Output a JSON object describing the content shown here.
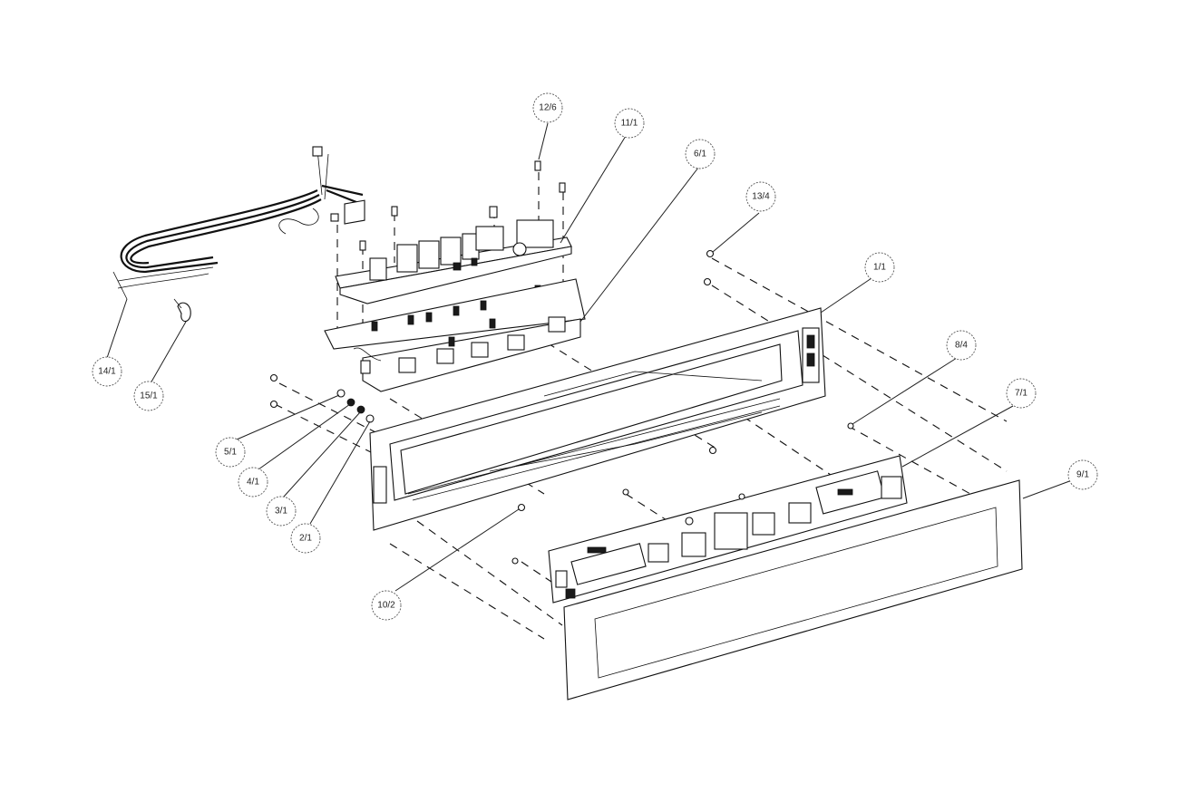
{
  "callouts": [
    {
      "id": "c-12-6",
      "label": "12/6"
    },
    {
      "id": "c-11-1",
      "label": "11/1"
    },
    {
      "id": "c-6-1",
      "label": "6/1"
    },
    {
      "id": "c-13-4",
      "label": "13/4"
    },
    {
      "id": "c-1-1",
      "label": "1/1"
    },
    {
      "id": "c-8-4",
      "label": "8/4"
    },
    {
      "id": "c-7-1",
      "label": "7/1"
    },
    {
      "id": "c-9-1",
      "label": "9/1"
    },
    {
      "id": "c-14-1",
      "label": "14/1"
    },
    {
      "id": "c-15-1",
      "label": "15/1"
    },
    {
      "id": "c-5-1",
      "label": "5/1"
    },
    {
      "id": "c-4-1",
      "label": "4/1"
    },
    {
      "id": "c-3-1",
      "label": "3/1"
    },
    {
      "id": "c-2-1",
      "label": "2/1"
    },
    {
      "id": "c-10-2",
      "label": "10/2"
    }
  ]
}
